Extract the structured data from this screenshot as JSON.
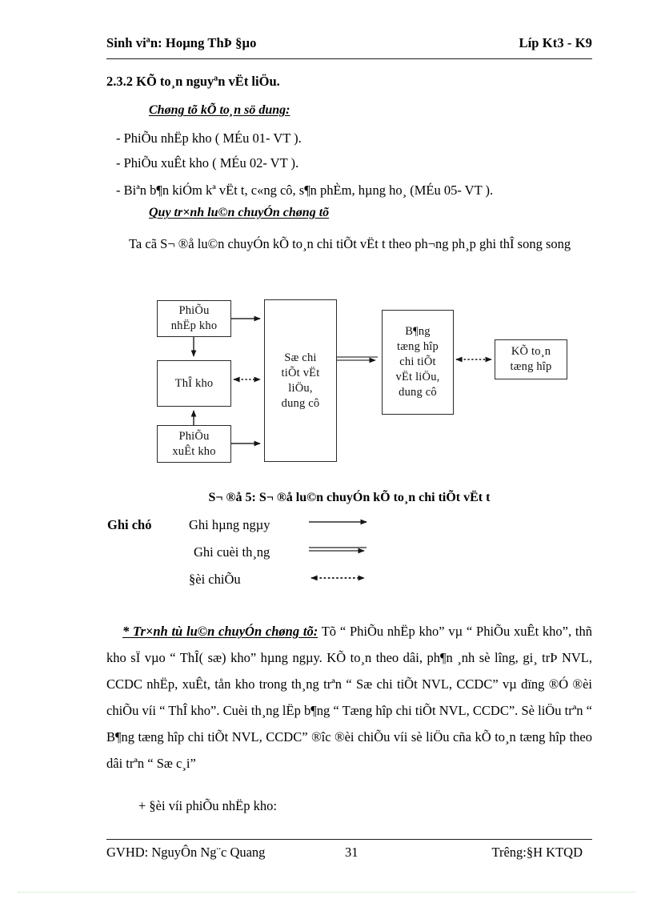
{
  "header": {
    "left": "Sinh viªn: Hoµng ThÞ §µo",
    "right": "Líp Kt3 - K9"
  },
  "section": {
    "title": "2.3.2 KÕ to¸n nguyªn vËt liÖu.",
    "sub_head_1": "Chøng tõ kÕ to¸n sö dung:",
    "sub_head_2": "Quy tr×nh lu©n chuyÓn chøng tõ",
    "bullets": [
      "- PhiÕu nhËp kho  ( MÉu 01- VT ).",
      "- PhiÕu xuÊt kho   ( MÉu 02- VT ).",
      "- Biªn b¶n kiÓm kª vËt t­, c«ng cô, s¶n phÈm, hµng ho¸  (MÉu 05- VT )."
    ],
    "intro_paragraph": "Ta cã S¬ ®å lu©n chuyÓn kÕ to¸n chi tiÕt vËt t­ theo ph­¬ng ph¸p ghi thÎ song song"
  },
  "diagram": {
    "boxes": [
      {
        "id": "phieu-nhap-kho",
        "label": "PhiÕu\nnhËp kho"
      },
      {
        "id": "the-kho",
        "label": "ThÎ kho"
      },
      {
        "id": "phieu-xuat-kho",
        "label": "PhiÕu\nxuÊt kho"
      },
      {
        "id": "so-chi-tiet",
        "label": "Sæ chi\ntiÕt vËt\nliÖu,\ndung cô"
      },
      {
        "id": "bang-tong-hop",
        "label": "B¶ng\ntæng hîp\nchi tiÕt\nvËt liÖu,\ndung cô"
      },
      {
        "id": "ke-toan-tong-hop",
        "label": "KÕ to¸n\ntæng hîp"
      }
    ],
    "caption": "S¬ ®å 5: S¬ ®å lu©n chuyÓn kÕ to¸n chi tiÕt vËt t­",
    "legend": {
      "title": "Ghi chó",
      "items": [
        {
          "label": "Ghi hµng ngµy",
          "arrow": "solid-arrow-right"
        },
        {
          "label": "Ghi cuèi th¸ng",
          "arrow": "double-line-arrow-right"
        },
        {
          "label": "§èi chiÕu",
          "arrow": "dotted-arrow-bidirectional"
        }
      ]
    }
  },
  "body": {
    "main_lead": "* Tr×nh tù lu©n chuyÓn chøng tõ:",
    "main_text": " Tõ “ PhiÕu nhËp kho” vµ “ PhiÕu xuÊt kho”, thñ kho sÏ vµo “ ThÎ( sæ) kho” hµng ngµy. KÕ to¸n theo dâi, ph¶n ¸nh sè l­îng, gi¸ trÞ NVL, CCDC nhËp, xuÊt, tån kho trong th¸ng trªn “ Sæ chi tiÕt NVL, CCDC” vµ dïng ®Ó ®èi chiÕu víi “ ThÎ kho”. Cuèi th¸ng lËp  b¶ng “ Tæng hîp chi tiÕt NVL, CCDC”. Sè liÖu trªn “ B¶ng tæng hîp chi tiÕt NVL, CCDC” ®­îc ®èi chiÕu víi sè liÖu  cña kÕ to¸n tæng hîp theo dâi trªn “ Sæ c¸i”",
    "last_line": "+ §èi víi phiÕu nhËp kho:"
  },
  "footer": {
    "left": "GVHD: NguyÔn Ng¨c Quang",
    "page": "31",
    "right": "Tr­êng:§H  KTQD"
  },
  "colors": {
    "text": "#000000",
    "rule": "#1a1a1a",
    "box_border": "#2a2a2a",
    "bottom_dots": "#bfe0bf"
  }
}
